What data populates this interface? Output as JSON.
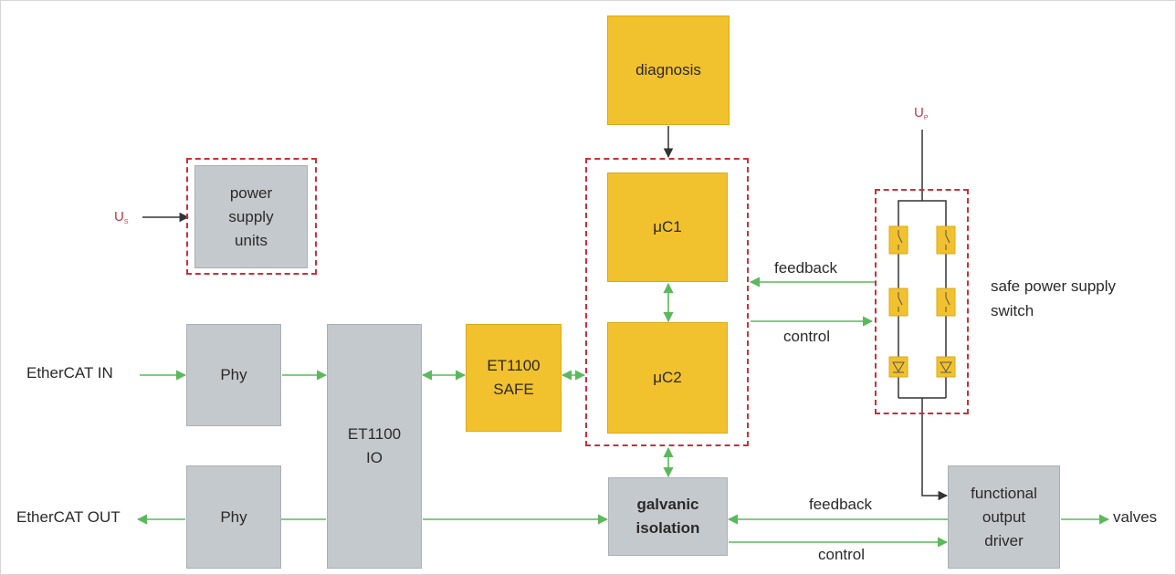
{
  "supply_label": {
    "base": "U",
    "sub": "S"
  },
  "power_label": {
    "base": "U",
    "sub": "P"
  },
  "blocks": {
    "power_supply": "power\nsupply\nunits",
    "phy_in": "Phy",
    "phy_out": "Phy",
    "et1100_io": "ET1100\nIO",
    "et1100_safe": "ET1100\nSAFE",
    "diagnosis": "diagnosis",
    "uc1": "μC1",
    "uc2": "μC2",
    "galvanic": "galvanic\nisolation",
    "output_driver": "functional\noutput\ndriver"
  },
  "labels": {
    "ethercat_in": "EtherCAT IN",
    "ethercat_out": "EtherCAT OUT",
    "feedback_top": "feedback",
    "control_top": "control",
    "feedback_bottom": "feedback",
    "control_bottom": "control",
    "safe_switch": "safe power supply\nswitch",
    "valves": "valves"
  },
  "colors": {
    "block_gray": "#c4c9ce",
    "block_gold": "#f2c12e",
    "safety_dash": "#c8303a",
    "signal_green": "#5cb85c",
    "power_line": "#333333"
  }
}
